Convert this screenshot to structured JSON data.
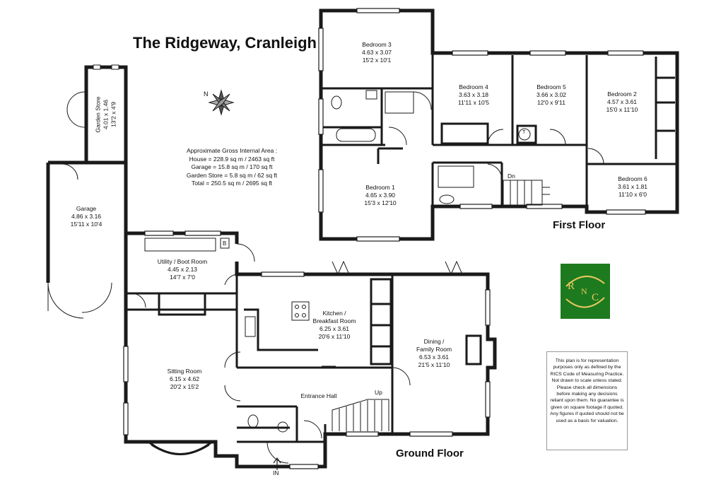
{
  "title": "The Ridgeway, Cranleigh",
  "compass": "N",
  "floors": {
    "first": "First Floor",
    "ground": "Ground Floor"
  },
  "area": {
    "heading": "Approximate Gross Internal Area :",
    "house": "House = 228.9 sq m / 2463 sq ft",
    "garage": "Garage = 15.8 sq m / 170 sq ft",
    "store": "Garden Store = 5.8 sq m / 62 sq ft",
    "total": "Total = 250.5 sq m / 2695 sq ft"
  },
  "rooms": {
    "bedroom3": {
      "name": "Bedroom 3",
      "m": "4.63 x 3.07",
      "ft": "15'2 x 10'1"
    },
    "bedroom4": {
      "name": "Bedroom 4",
      "m": "3.63 x 3.18",
      "ft": "11'11 x 10'5"
    },
    "bedroom5": {
      "name": "Bedroom 5",
      "m": "3.66 x 3.02",
      "ft": "12'0 x 9'11"
    },
    "bedroom2": {
      "name": "Bedroom 2",
      "m": "4.57 x 3.61",
      "ft": "15'0 x 11'10"
    },
    "bedroom1": {
      "name": "Bedroom 1",
      "m": "4.65 x 3.90",
      "ft": "15'3 x 12'10"
    },
    "bedroom6": {
      "name": "Bedroom 6",
      "m": "3.61 x 1.81",
      "ft": "11'10 x 6'0"
    },
    "garden_store": {
      "name": "Garden Store",
      "m": "4.01 x 1.46",
      "ft": "13'2 x 4'9"
    },
    "garage": {
      "name": "Garage",
      "m": "4.86 x 3.16",
      "ft": "15'11 x 10'4"
    },
    "utility": {
      "name": "Utility / Boot Room",
      "m": "4.45 x 2.13",
      "ft": "14'7 x 7'0"
    },
    "kitchen": {
      "name": "Kitchen /",
      "name2": "Breakfast Room",
      "m": "6.25 x 3.61",
      "ft": "20'6 x 11'10"
    },
    "dining": {
      "name": "Dining /",
      "name2": "Family Room",
      "m": "6.53 x 3.61",
      "ft": "21'5 x 11'10"
    },
    "sitting": {
      "name": "Sitting Room",
      "m": "6.15 x 4.62",
      "ft": "20'2 x 15'2"
    },
    "hall": {
      "name": "Entrance Hall"
    }
  },
  "markers": {
    "dn": "Dn",
    "up": "Up",
    "in": "IN",
    "boiler": "B",
    "tank": "T"
  },
  "logo": {
    "l1": "R",
    "l2": "N",
    "l3": "C"
  },
  "disclaimer": "This plan is for representation purposes only as defined by the RICS Code of Measuring Practice. Not drawn to scale unless stated. Please check all dimensions before making any decisions reliant upon them. No guarantee is given on square footage if quoted. Any figures if quoted should not be used as a basis for valuation.",
  "colors": {
    "wall": "#1a1a1a",
    "logo_bg": "#1e7a1e",
    "logo_text": "#e6c860"
  }
}
